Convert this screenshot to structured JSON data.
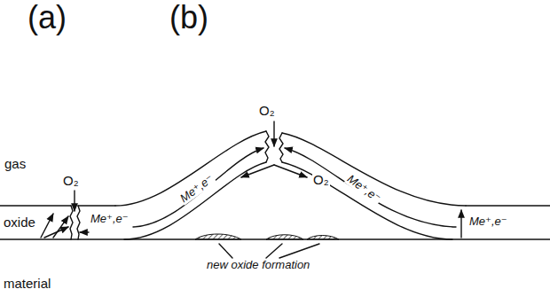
{
  "diagram": {
    "labels": [
      "(a)",
      "(b)",
      "gas",
      "O₂",
      "Me⁺,e⁻",
      "O₂",
      "Me⁺,e⁻",
      "Me⁺,e⁻",
      "O₂",
      "Me⁺,e⁻",
      "oxide",
      "new oxide formation",
      "material"
    ]
  }
}
